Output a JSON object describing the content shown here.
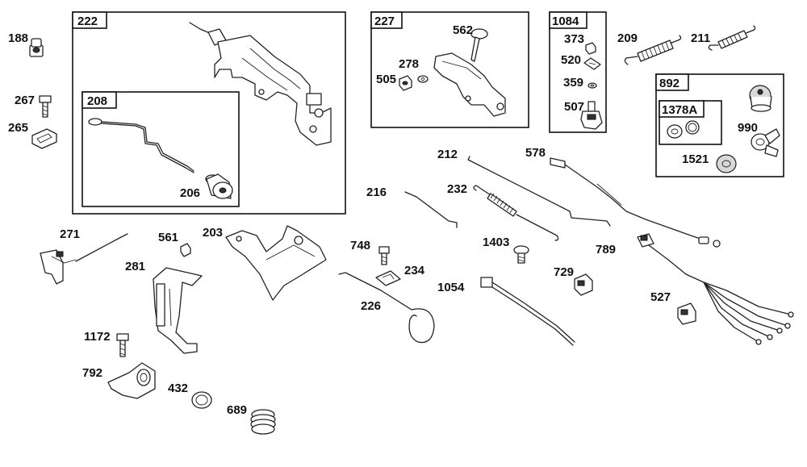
{
  "diagram": {
    "groups": [
      {
        "id": "222"
      },
      {
        "id": "208"
      },
      {
        "id": "227"
      },
      {
        "id": "1084"
      },
      {
        "id": "892"
      },
      {
        "id": "1378A"
      }
    ],
    "parts": [
      "188",
      "267",
      "265",
      "206",
      "562",
      "278",
      "505",
      "373",
      "520",
      "359",
      "507",
      "209",
      "211",
      "990",
      "1521",
      "212",
      "578",
      "216",
      "232",
      "271",
      "561",
      "203",
      "281",
      "748",
      "234",
      "1403",
      "729",
      "789",
      "226",
      "1054",
      "527",
      "1172",
      "792",
      "432",
      "689"
    ]
  }
}
